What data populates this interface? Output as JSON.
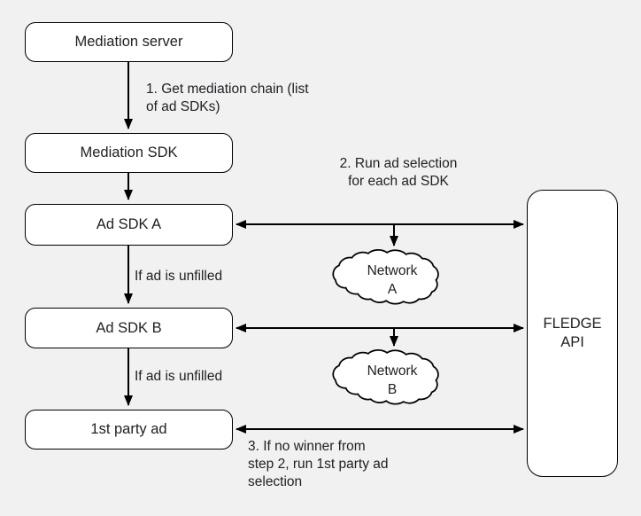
{
  "canvas": {
    "background": "#f1f1f1",
    "line_color": "#000000",
    "node_fill": "#ffffff",
    "text_color": "#202124"
  },
  "nodes": {
    "mediation_server": {
      "label": "Mediation server"
    },
    "mediation_sdk": {
      "label": "Mediation SDK"
    },
    "ad_sdk_a": {
      "label": "Ad SDK A"
    },
    "ad_sdk_b": {
      "label": "Ad SDK B"
    },
    "first_party_ad": {
      "label": "1st party ad"
    },
    "fledge_api": {
      "label": "FLEDGE API",
      "lines": [
        "FLEDGE",
        "API"
      ]
    }
  },
  "clouds": {
    "network_a": {
      "label": "Network A",
      "lines": [
        "Network",
        "A"
      ]
    },
    "network_b": {
      "label": "Network B",
      "lines": [
        "Network",
        "B"
      ]
    }
  },
  "annotations": {
    "step1": {
      "text": "1. Get mediation chain (list of ad SDKs)",
      "lines": [
        "1. Get mediation chain (list",
        "of ad SDKs)"
      ]
    },
    "step2": {
      "text": "2. Run ad selection for each ad SDK",
      "lines": [
        "2. Run ad selection",
        "for each ad SDK"
      ]
    },
    "step3": {
      "text": "3. If no winner from step 2, run 1st party ad selection",
      "lines": [
        "3. If no winner from",
        "step 2, run 1st party ad",
        "selection"
      ]
    },
    "unfilled_a": "If ad is unfilled",
    "unfilled_b": "If ad is unfilled"
  }
}
